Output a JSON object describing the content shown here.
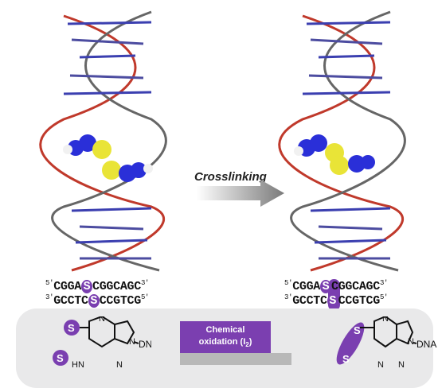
{
  "arrow_label": "Crosslinking",
  "oxidation_line1": "Chemical",
  "oxidation_line2": "oxidation (I",
  "oxidation_sub": "2",
  "oxidation_close": ")",
  "sequences": {
    "left_top": {
      "five": "5′",
      "a": "CGGA",
      "s": "S",
      "b": "CGGCAGC",
      "three": "3′"
    },
    "left_bottom": {
      "three": "3′",
      "a": "GCCTC",
      "s": "S",
      "b": "CCGTCG",
      "five": "5′"
    },
    "right_top": {
      "five": "5′",
      "a": "CGGA",
      "s": "S",
      "b": "CGGCAGC",
      "three": "3′"
    },
    "right_bottom": {
      "three": "3′",
      "a": "GCCTC",
      "s": "S",
      "b": "CCGTCG",
      "five": "5′"
    }
  },
  "chem": {
    "s_atom": "S",
    "dna": "DNA",
    "n_atom": "N",
    "hn": "HN"
  },
  "colors": {
    "purple": "#7a3fb0",
    "sulfur": "#e9e437",
    "nitrogen": "#2a2fd8",
    "oxygen": "#d11a1a",
    "carbon": "#555555"
  }
}
